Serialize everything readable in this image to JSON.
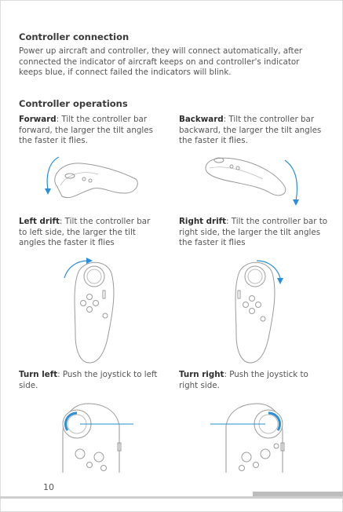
{
  "connection": {
    "heading": "Controller connection",
    "body": "Power up aircraft and controller, they will connect automatically, after connected the indicator of aircraft keeps on and controller's indicator keeps blue, if connect failed the indicators will blink."
  },
  "operations": {
    "heading": "Controller operations",
    "forward": {
      "term": "Forward",
      "desc": ": Tilt the controller bar forward, the larger the tilt angles the faster it flies."
    },
    "backward": {
      "term": "Backward",
      "desc": ": Tilt the controller bar backward, the larger the tilt angles the faster it flies."
    },
    "left_drift": {
      "term": "Left drift",
      "desc": ": Tilt the controller bar to left side, the larger the tilt angles the faster it flies"
    },
    "right_drift": {
      "term": "Right drift",
      "desc": ": Tilt the controller bar to right side, the larger the tilt angles the faster it flies"
    },
    "turn_left": {
      "term": "Turn left",
      "desc": ": Push the joystick to left side."
    },
    "turn_right": {
      "term": "Turn right",
      "desc": ": Push the joystick to right side."
    }
  },
  "page_number": "10",
  "colors": {
    "arrow": "#2a8fd6",
    "line_art": "#9a9a9a"
  }
}
